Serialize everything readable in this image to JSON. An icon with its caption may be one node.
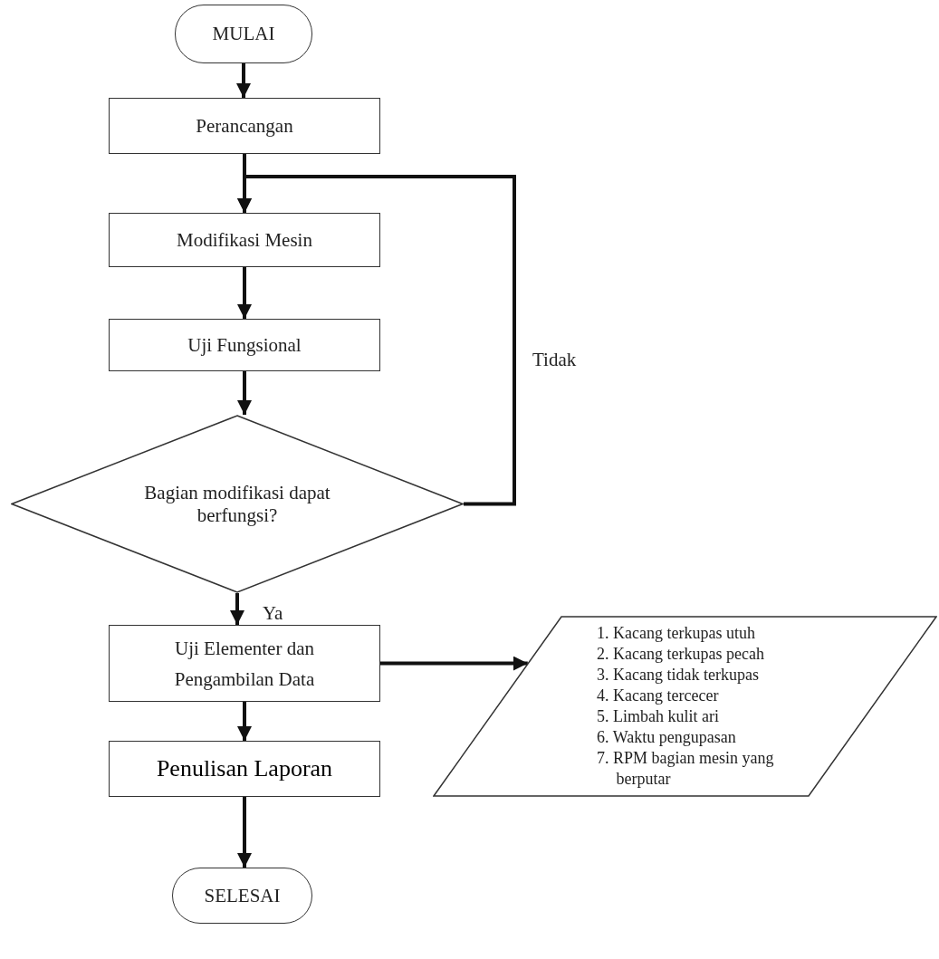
{
  "diagram": {
    "nodes": [
      {
        "text": [
          "MULAI"
        ]
      },
      {
        "text": [
          "Perancangan"
        ]
      },
      {
        "text": [
          "Modifikasi Mesin"
        ]
      },
      {
        "text": [
          "Uji Fungsional"
        ]
      },
      {
        "text": [
          "Bagian modifikasi dapat berfungsi?"
        ]
      },
      {
        "text": [
          "Uji Elementer dan Pengambilan Data"
        ]
      },
      {
        "text": [
          "Penulisan Laporan"
        ]
      },
      {
        "text": [
          "SELESAI"
        ]
      },
      {
        "text": [
          "1. Kacang terkupas utuh",
          "2. Kacang terkupas pecah",
          "3. Kacang tidak terkupas",
          "4. Kacang tercecer",
          "5. Limbah kulit ari",
          "6. Waktu pengupasan",
          "7. RPM bagian mesin yang berputar"
        ]
      }
    ],
    "edges": [
      {
        "from": 0,
        "to": 1,
        "arrow": "to"
      },
      {
        "from": 1,
        "to": 2,
        "arrow": "to"
      },
      {
        "from": 2,
        "to": 3,
        "arrow": "to"
      },
      {
        "from": 3,
        "to": 4,
        "arrow": "to"
      },
      {
        "from": 4,
        "to": 5,
        "arrow": "to",
        "label": "Ya"
      },
      {
        "from": 4,
        "to": 2,
        "arrow": "to",
        "label": "Tidak"
      },
      {
        "from": 5,
        "to": 8,
        "arrow": "to"
      },
      {
        "from": 6,
        "to": 7,
        "arrow": "to"
      },
      {
        "from": 5,
        "to": 6,
        "arrow": "to"
      }
    ]
  }
}
